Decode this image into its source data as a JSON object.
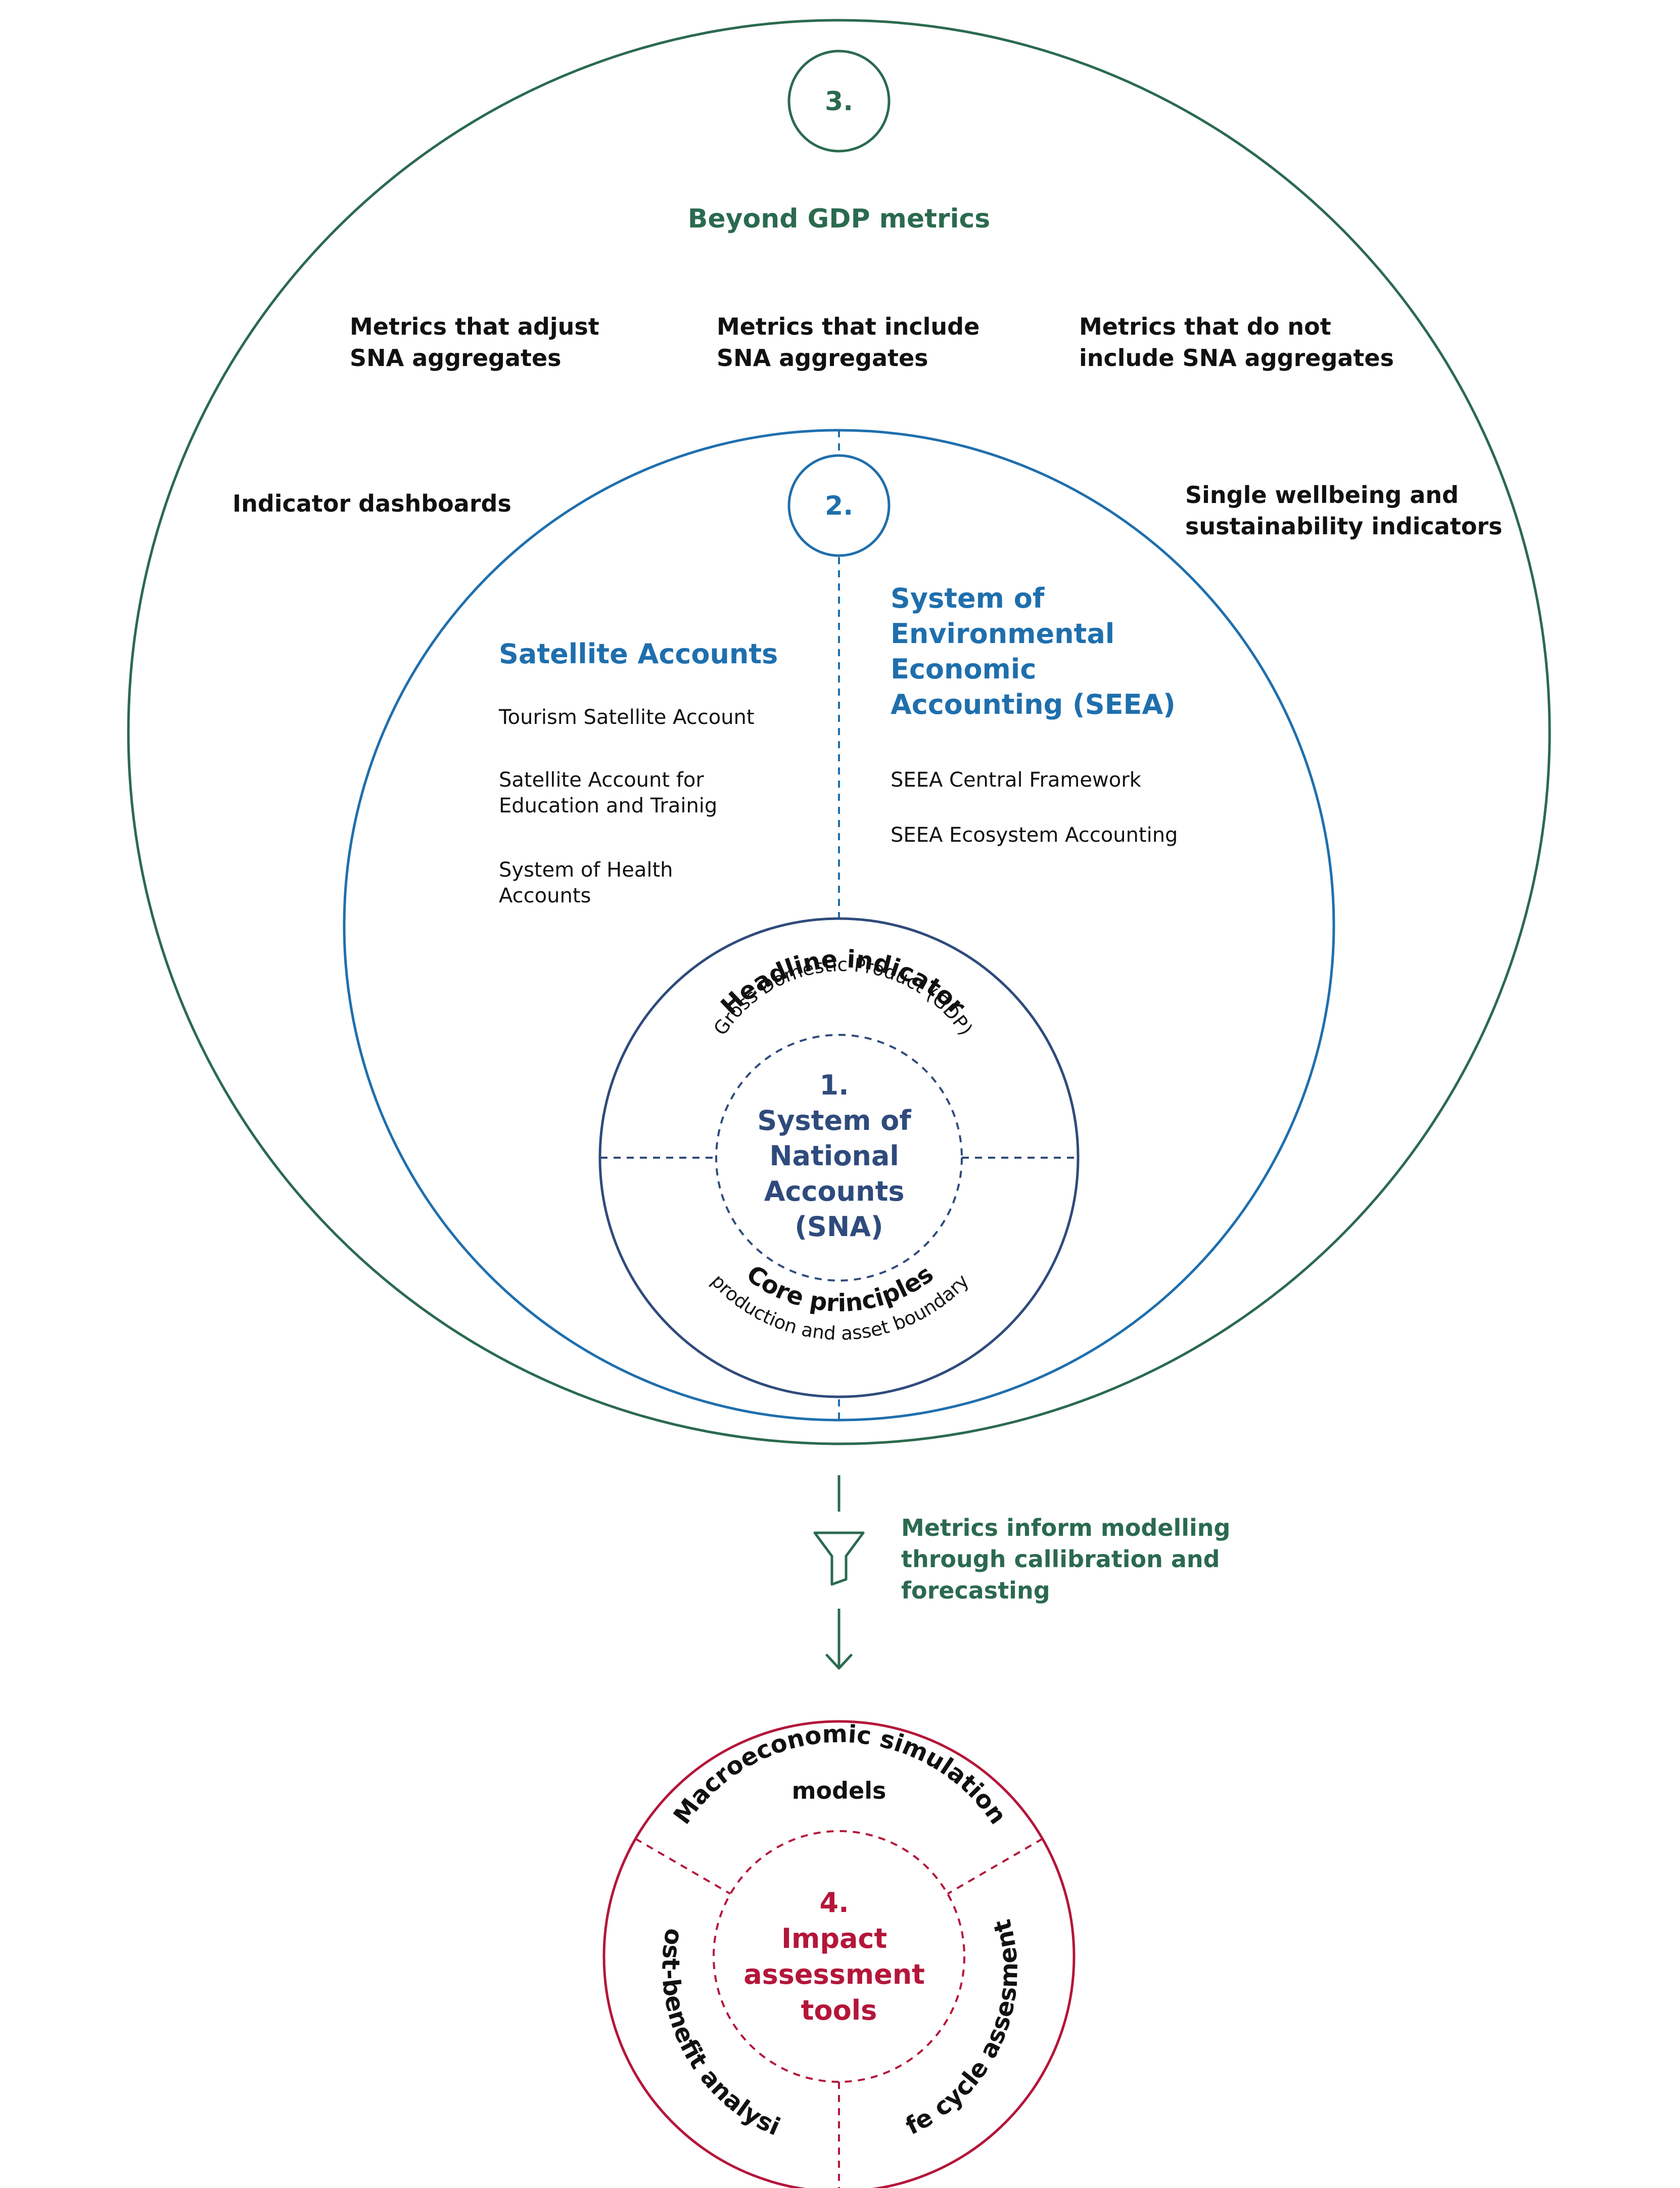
{
  "colors": {
    "green": "#2b6a4f",
    "blue": "#1f6fad",
    "navy": "#2f4b7c",
    "red": "#b4163a",
    "black": "#111111"
  },
  "level3": {
    "number": "3.",
    "title": "Beyond GDP metrics",
    "col_adjust": [
      "Metrics that adjust",
      "SNA aggregates"
    ],
    "col_include": [
      "Metrics that include",
      "SNA aggregates"
    ],
    "col_not_include": [
      "Metrics that do not",
      "include SNA aggregates"
    ],
    "dashboards": "Indicator dashboards",
    "single": [
      "Single wellbeing and",
      "sustainability indicators"
    ]
  },
  "level2": {
    "number": "2.",
    "satellite": {
      "title": "Satellite Accounts",
      "items": [
        [
          "Tourism Satellite Account"
        ],
        [
          "Satellite Account for",
          "Education and Trainig"
        ],
        [
          "System of Health",
          "Accounts"
        ]
      ]
    },
    "seea": {
      "title": [
        "System of",
        "Environmental",
        "Economic",
        "Accounting (SEEA)"
      ],
      "items": [
        "SEEA Central Framework",
        "SEEA Ecosystem Accounting"
      ]
    }
  },
  "level1": {
    "title": [
      "1.",
      "System of",
      "National",
      "Accounts",
      "(SNA)"
    ],
    "headline": "Headline indicator",
    "gdp": "Gross Domestic Product (GDP)",
    "core": "Core principles",
    "boundary": "production and asset boundary"
  },
  "flow": {
    "label": [
      "Metrics inform modelling",
      "through callibration and",
      "forecasting"
    ]
  },
  "level4": {
    "title": [
      "4.",
      "Impact",
      "assessment",
      "tools"
    ],
    "macro": "Macroeconomic simulation",
    "models": "models",
    "cba": "Cost-benefit analysis",
    "lca": "Life cycle assesments"
  }
}
